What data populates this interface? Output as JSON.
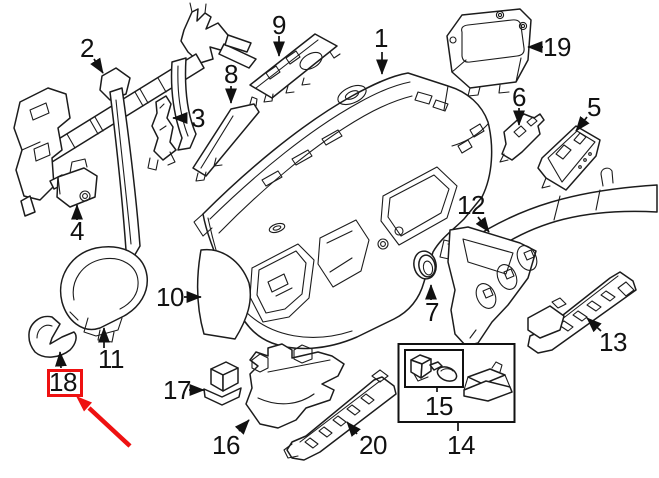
{
  "diagram": {
    "background": "#ffffff",
    "line_color": "#1c1c1c",
    "highlight_color": "#ee1111",
    "highlighted_part": "18",
    "labels": {
      "p1": "1",
      "p2": "2",
      "p3": "3",
      "p4": "4",
      "p5": "5",
      "p6": "6",
      "p7": "7",
      "p8": "8",
      "p9": "9",
      "p10": "10",
      "p11": "11",
      "p12": "12",
      "p13": "13",
      "p14": "14",
      "p15": "15",
      "p16": "16",
      "p17": "17",
      "p18": "18",
      "p19": "19",
      "p20": "20"
    }
  }
}
